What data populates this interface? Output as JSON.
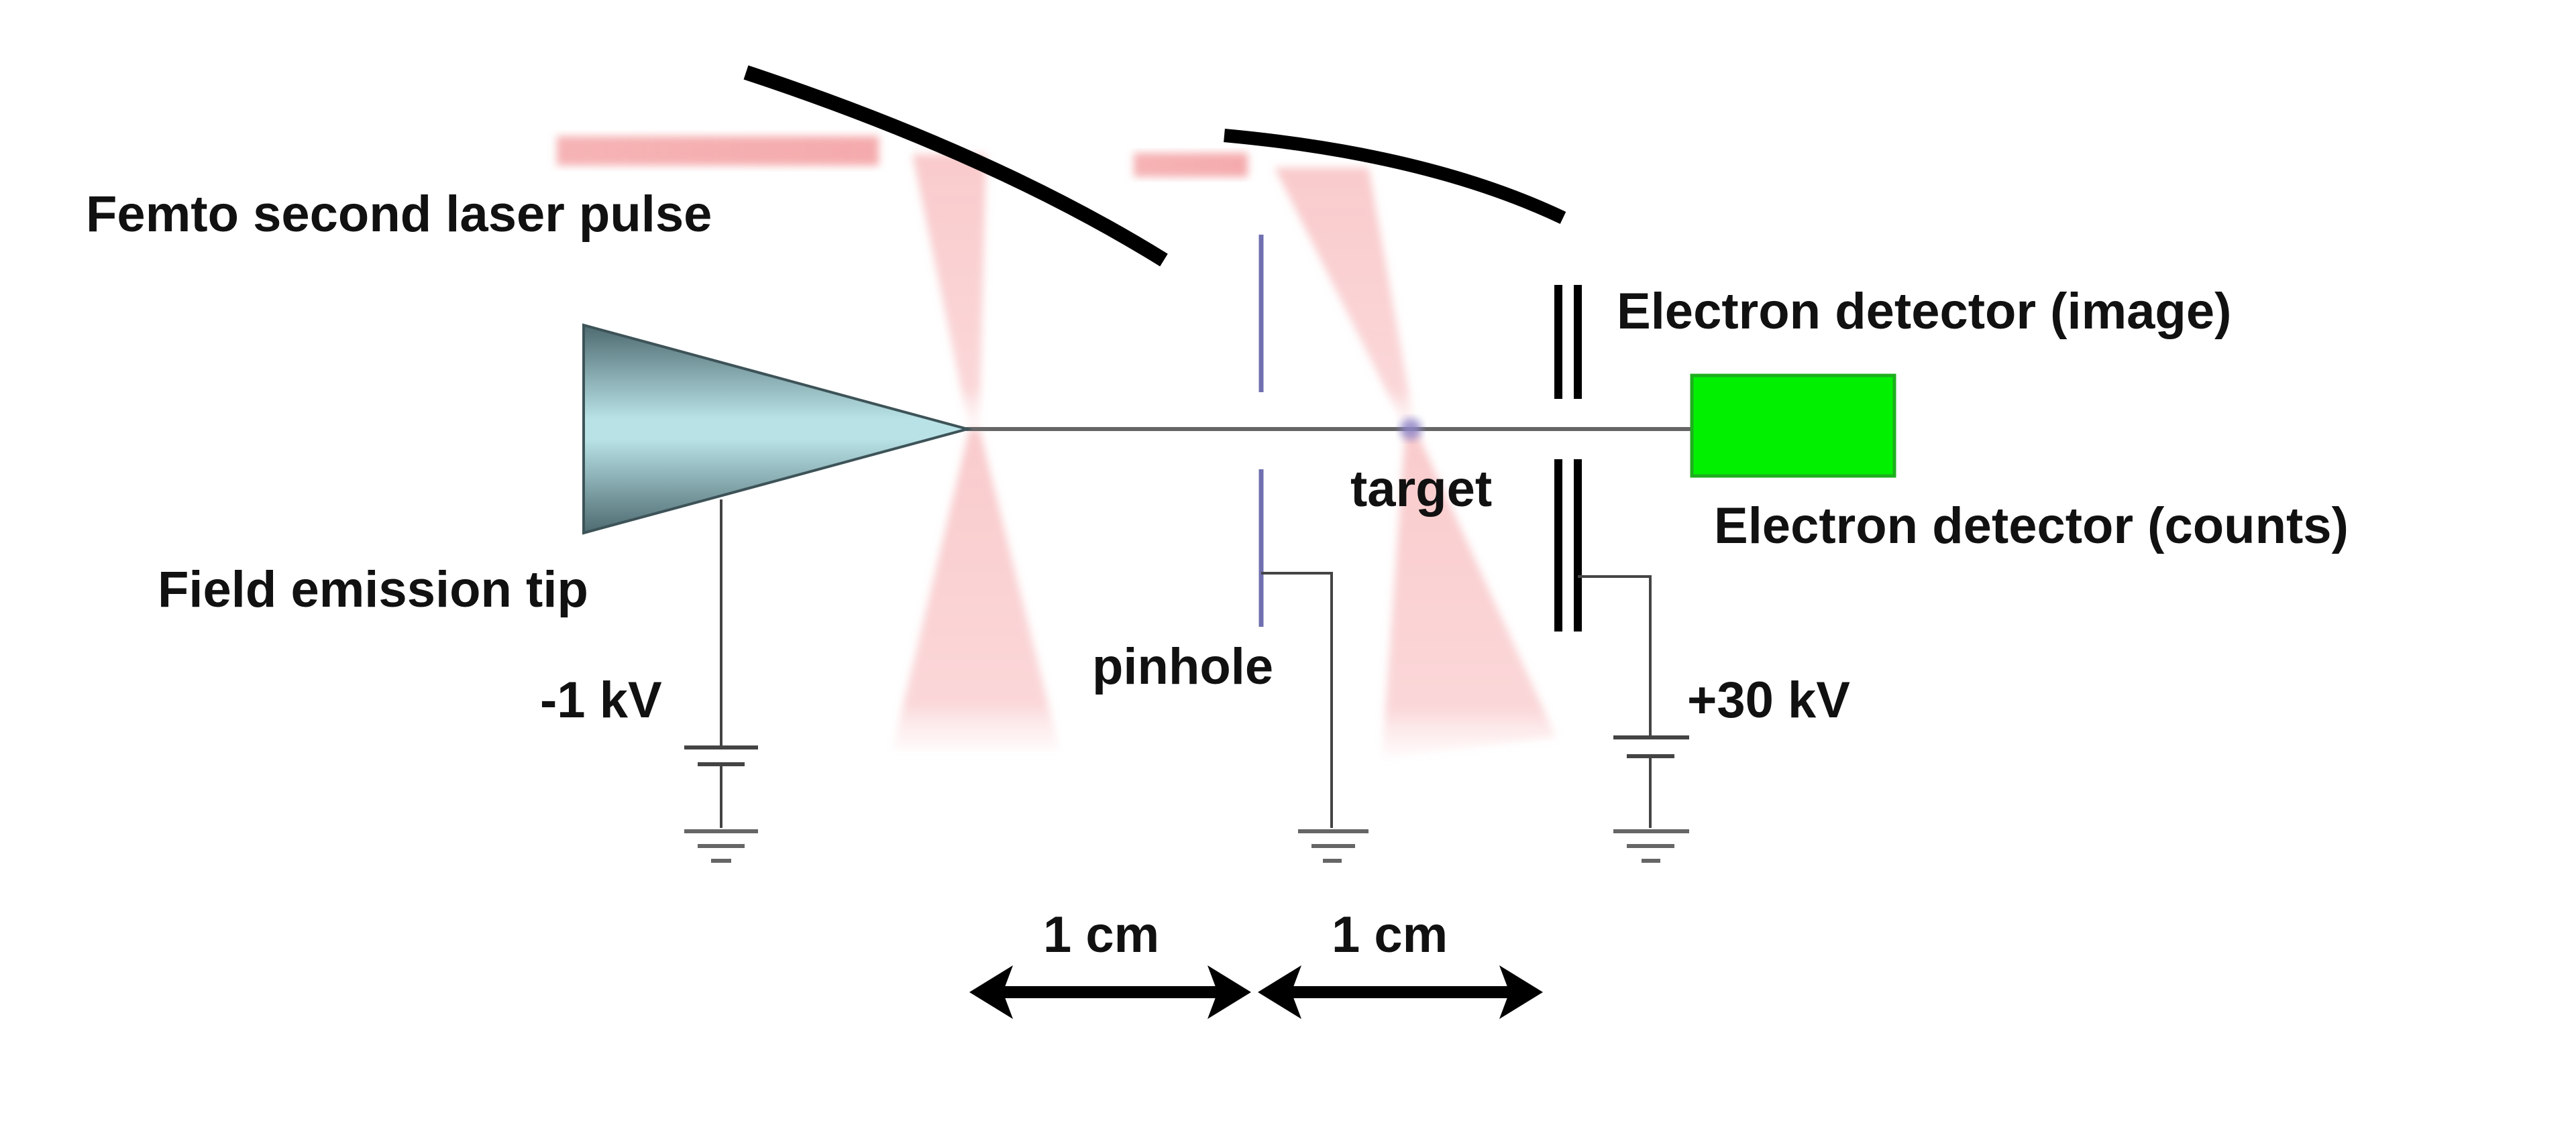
{
  "labels": {
    "laser": "Femto second laser pulse",
    "tip": "Field emission tip",
    "tip_voltage": "-1 kV",
    "pinhole": "pinhole",
    "target": "target",
    "detector_image": "Electron detector (image)",
    "detector_counts": "Electron detector (counts)",
    "detector_voltage": "+30 kV",
    "scale_1": "1 cm",
    "scale_2": "1 cm"
  },
  "colors": {
    "laser": "#f4a6a8",
    "tip_light": "#b8e2e6",
    "tip_dark": "#4d6a70",
    "detector_counts": "#00f000",
    "pinhole": "#7070b0",
    "mirror": "#000000",
    "wire": "#555555"
  },
  "components": [
    {
      "name": "Femto second laser pulse",
      "type": "laser-beam"
    },
    {
      "name": "Field emission tip",
      "type": "electron-source",
      "voltage": "-1 kV"
    },
    {
      "name": "pinhole",
      "type": "aperture",
      "voltage": "ground"
    },
    {
      "name": "target",
      "type": "sample"
    },
    {
      "name": "Electron detector (image)",
      "type": "detector",
      "voltage": "+30 kV"
    },
    {
      "name": "Electron detector (counts)",
      "type": "detector"
    }
  ],
  "scale": [
    {
      "label": "1 cm",
      "from": "tip",
      "to": "pinhole"
    },
    {
      "label": "1 cm",
      "from": "pinhole",
      "to": "detector"
    }
  ]
}
